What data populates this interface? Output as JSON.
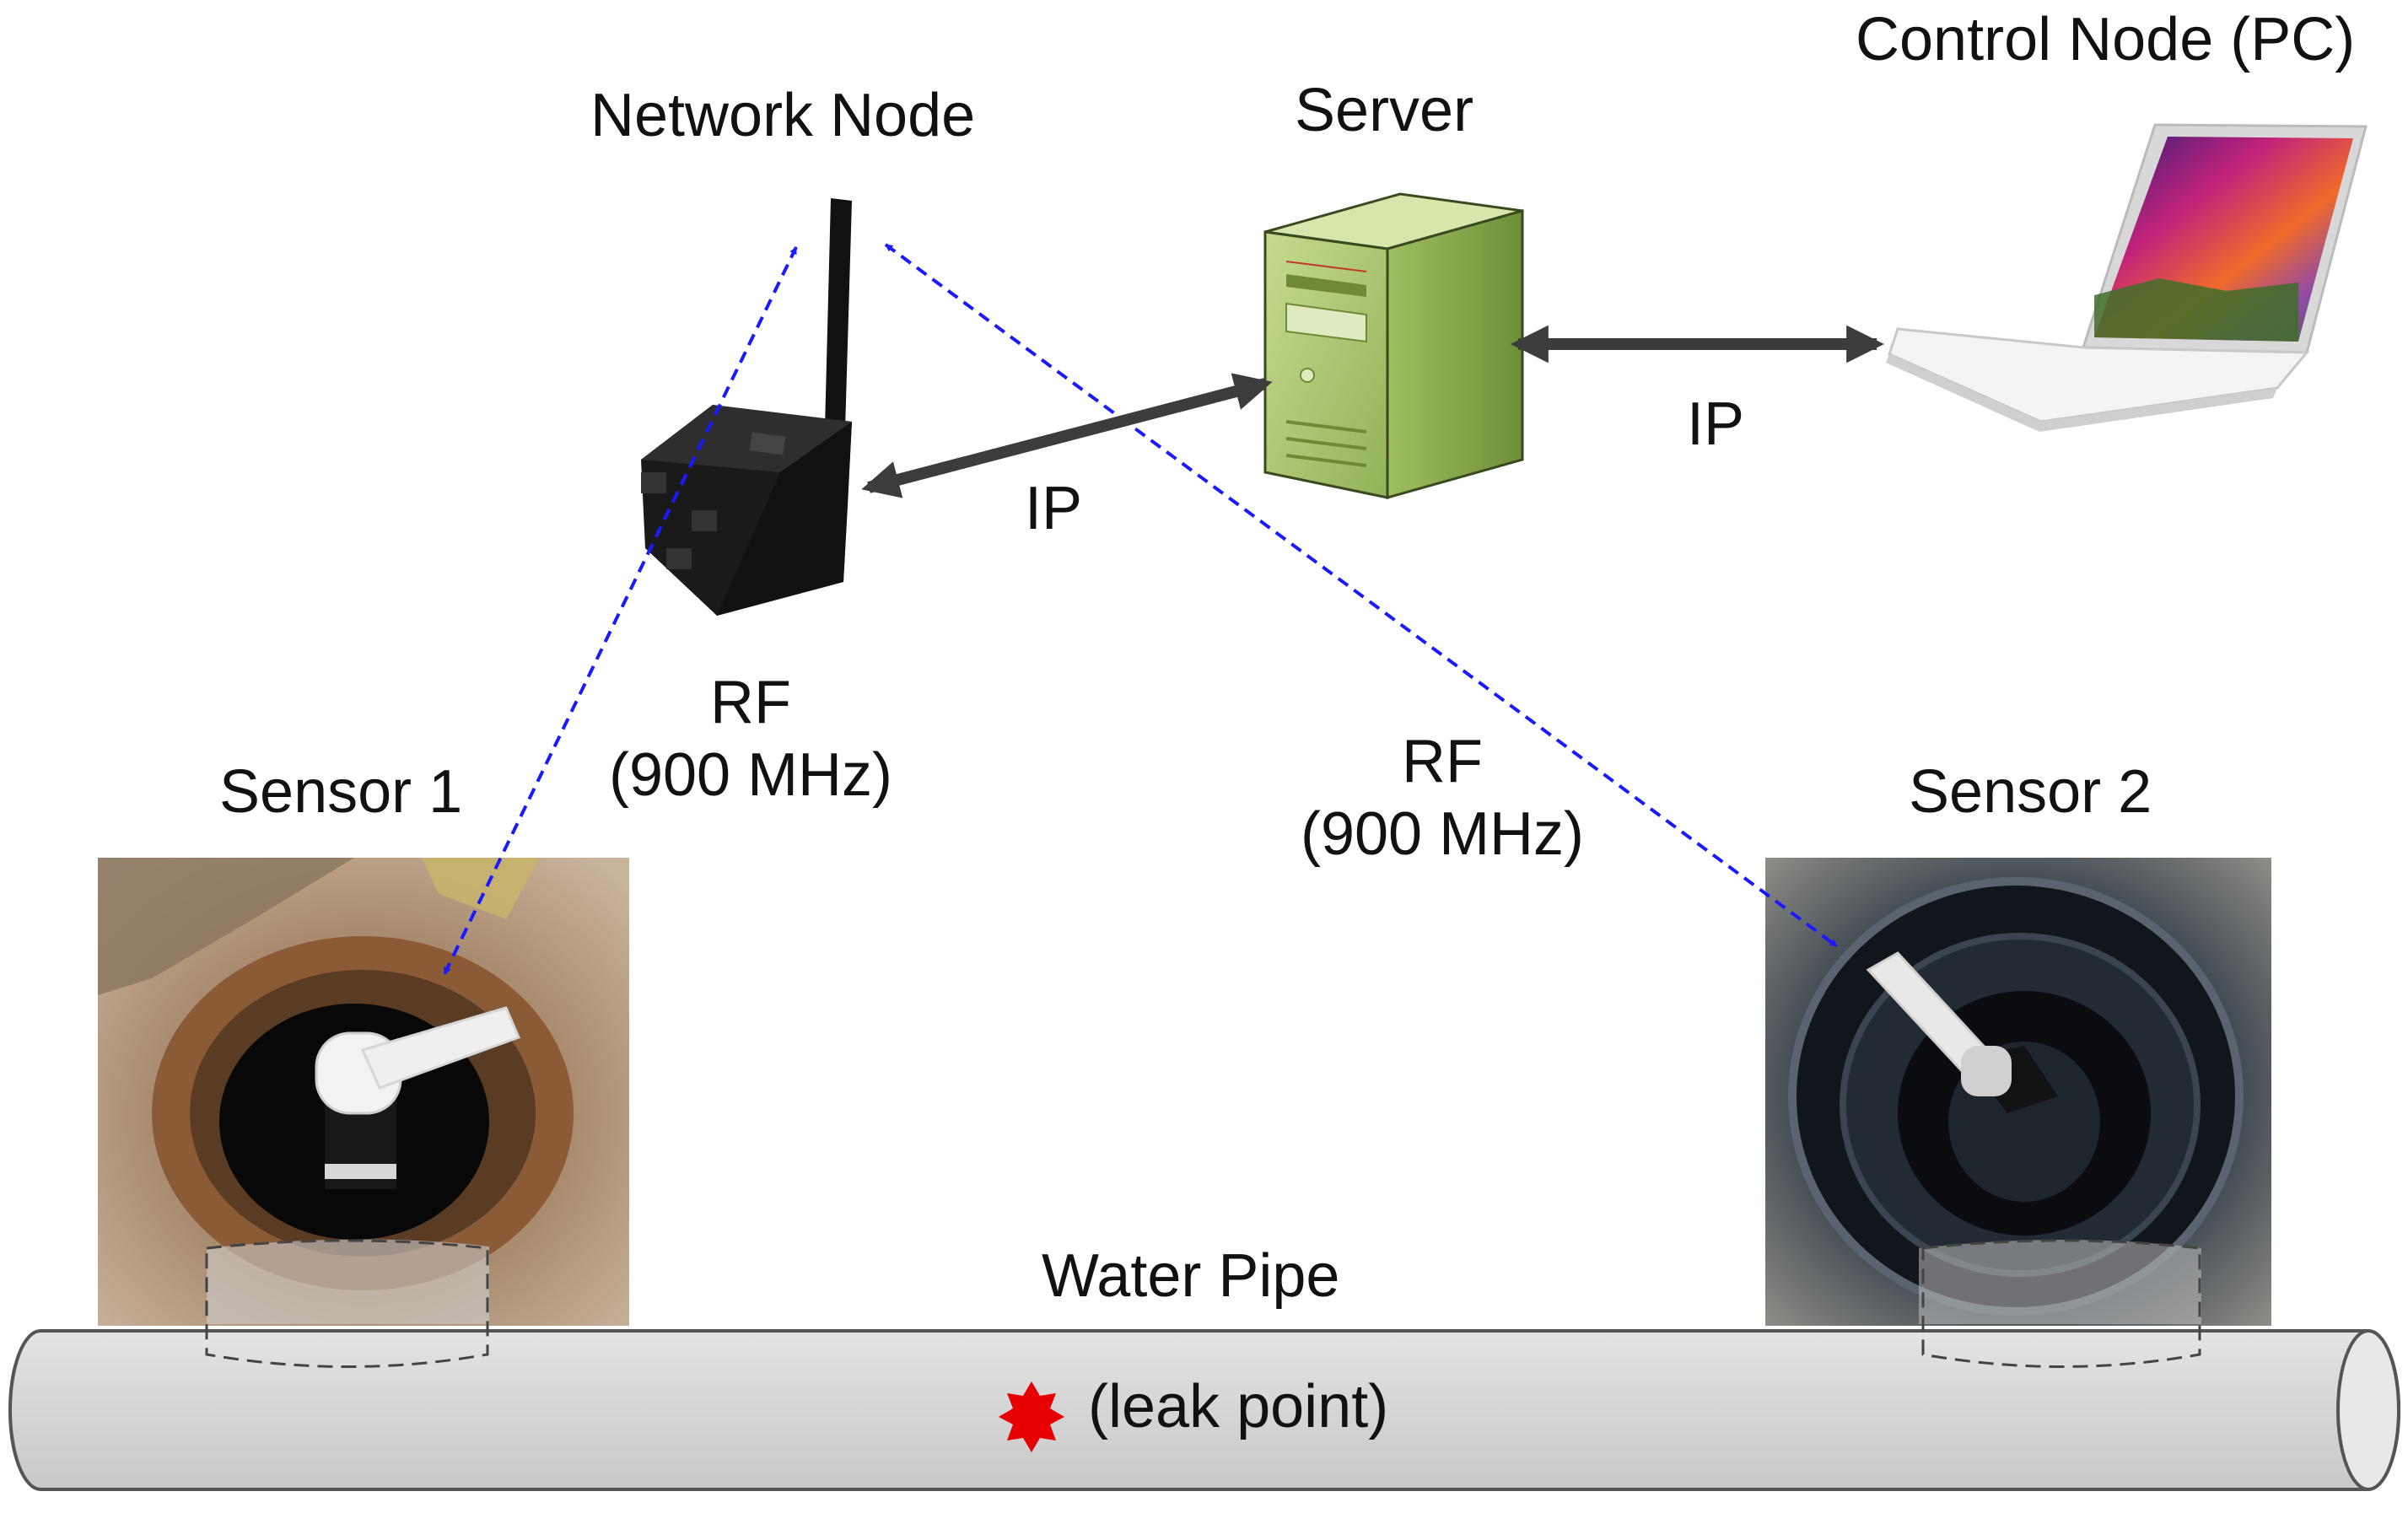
{
  "labels": {
    "network_node": "Network Node",
    "server": "Server",
    "control_node": "Control Node (PC)",
    "ip_left": "IP",
    "ip_right": "IP",
    "rf_left_line1": "RF",
    "rf_left_line2": "(900 MHz)",
    "rf_right_line1": "RF",
    "rf_right_line2": "(900 MHz)",
    "sensor1": "Sensor 1",
    "sensor2": "Sensor 2",
    "water_pipe": "Water Pipe",
    "leak_point": "(leak point)"
  },
  "colors": {
    "rf_link": "#1a1aff",
    "ip_link": "#3c3c3c",
    "pipe_fill": "#d9d9d9",
    "leak_marker": "#e60000",
    "server_body": "#a9c46b"
  },
  "icons": {
    "network_node": "gateway-device-icon",
    "server": "tower-server-icon",
    "control_node": "laptop-icon",
    "sensor1": "hydrant-sensor-photo",
    "sensor2": "hydrant-sensor-photo",
    "leak": "starburst-icon"
  }
}
